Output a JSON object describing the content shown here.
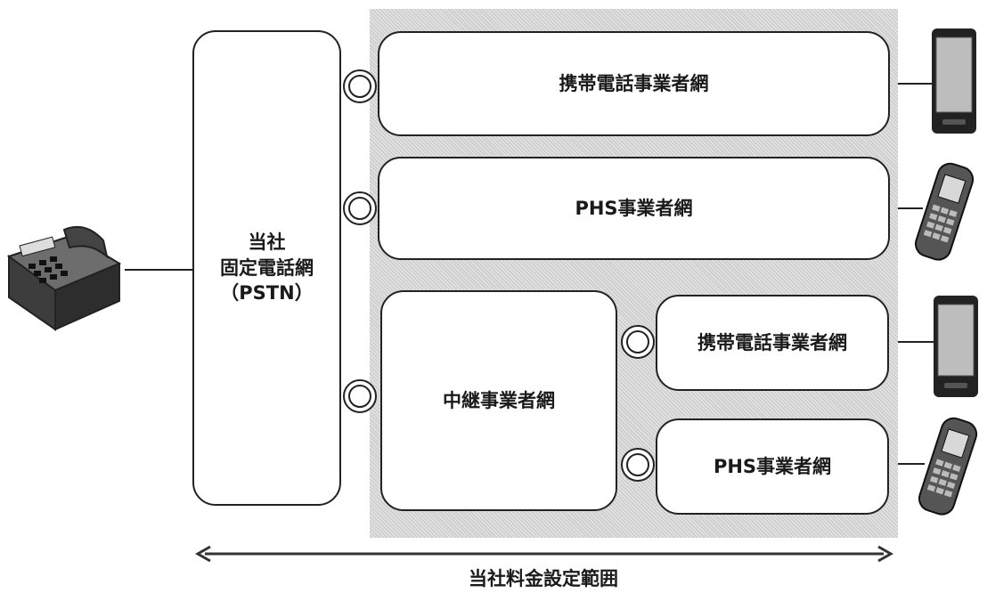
{
  "diagram": {
    "pstn_label": "当社\n固定電話網\n（PSTN）",
    "mobile_network_top": "携帯電話事業者網",
    "phs_network_top": "PHS事業者網",
    "relay_network": "中継事業者網",
    "mobile_network_bottom": "携帯電話事業者網",
    "phs_network_bottom": "PHS事業者網",
    "range_label": "当社料金設定範囲"
  }
}
